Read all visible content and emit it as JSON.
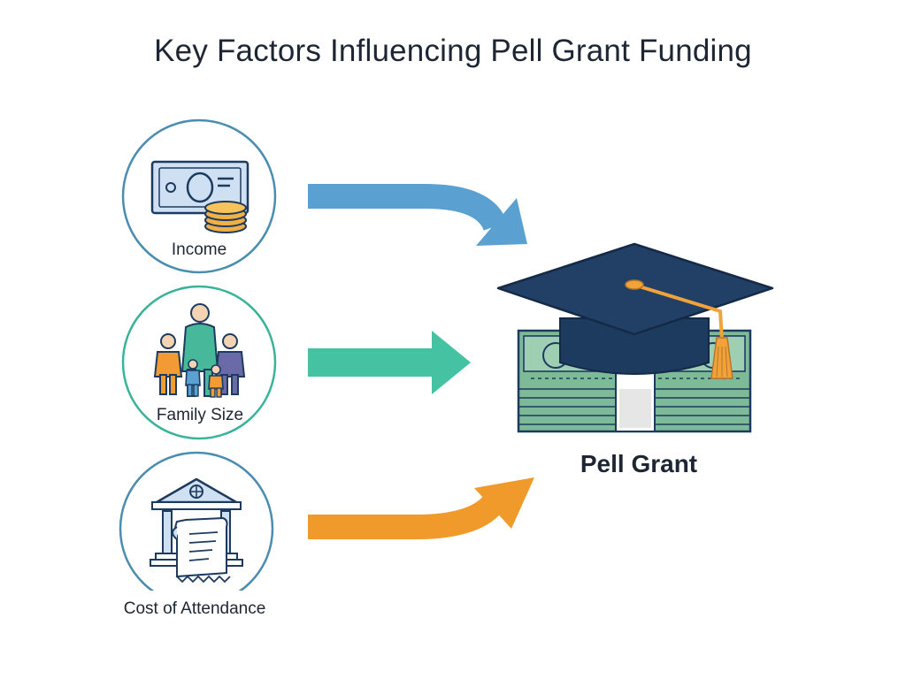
{
  "title": "Key Factors Influencing Pell Grant Funding",
  "factors": [
    {
      "label": "Income",
      "icon": "money-coins-icon",
      "ring_color": "#4a8db0",
      "arrow_color": "#5aa0d0"
    },
    {
      "label": "Family Size",
      "icon": "family-icon",
      "ring_color": "#3bb39a",
      "arrow_color": "#45c2a1"
    },
    {
      "label": "Cost of Attendance",
      "icon": "university-receipt-icon",
      "ring_color": "#4a8db0",
      "arrow_color": "#f19a2c"
    }
  ],
  "result": {
    "label": "Pell Grant",
    "icon": "graduation-cap-money-icon"
  },
  "colors": {
    "navy": "#1d3a5f",
    "money_green": "#6fae8c",
    "tassel": "#f1a33a"
  }
}
